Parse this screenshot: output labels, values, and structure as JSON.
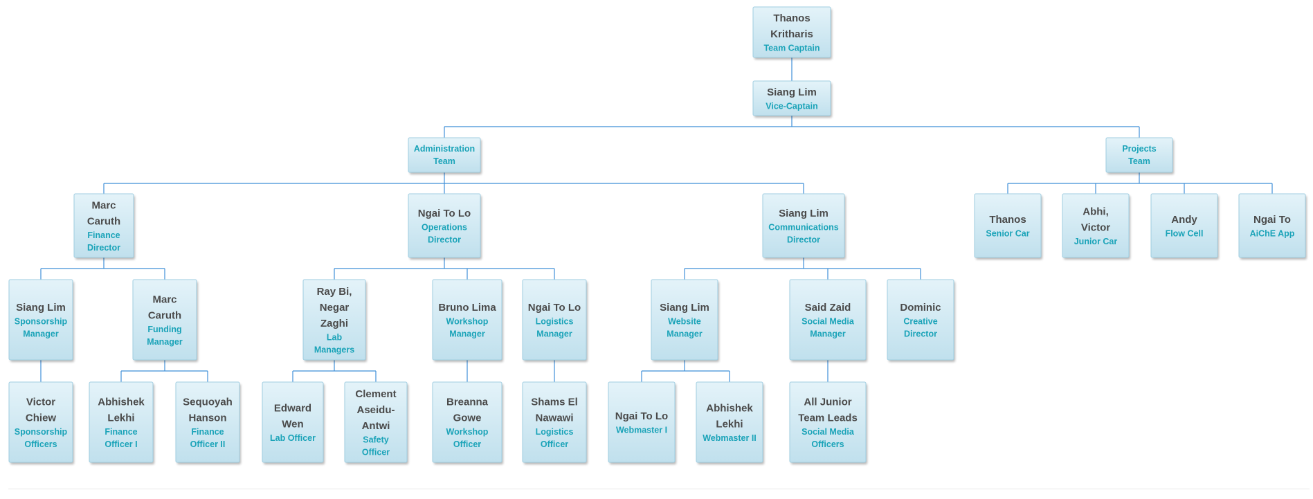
{
  "org_chart": {
    "nodes": [
      {
        "id": "captain",
        "parent": null,
        "name": [
          "Thanos",
          "Kritharis"
        ],
        "role": [
          "Team Captain"
        ]
      },
      {
        "id": "vice",
        "parent": "captain",
        "name": [
          "Siang Lim"
        ],
        "role": [
          "Vice-Captain"
        ]
      },
      {
        "id": "admin",
        "parent": "vice",
        "name": [],
        "role": [
          "Administration",
          "Team"
        ]
      },
      {
        "id": "projects",
        "parent": "vice",
        "name": [],
        "role": [
          "Projects",
          "Team"
        ]
      },
      {
        "id": "finance_dir",
        "parent": "admin",
        "name": [
          "Marc",
          "Caruth"
        ],
        "role": [
          "Finance",
          "Director"
        ]
      },
      {
        "id": "ops_dir",
        "parent": "admin",
        "name": [
          "Ngai To Lo"
        ],
        "role": [
          "Operations",
          "Director"
        ]
      },
      {
        "id": "comms_dir",
        "parent": "admin",
        "name": [
          "Siang Lim"
        ],
        "role": [
          "Communications",
          "Director"
        ]
      },
      {
        "id": "senior_car",
        "parent": "projects",
        "name": [
          "Thanos"
        ],
        "role": [
          "Senior Car"
        ]
      },
      {
        "id": "junior_car",
        "parent": "projects",
        "name": [
          "Abhi,",
          "Victor"
        ],
        "role": [
          "Junior Car"
        ]
      },
      {
        "id": "flow_cell",
        "parent": "projects",
        "name": [
          "Andy"
        ],
        "role": [
          "Flow Cell"
        ]
      },
      {
        "id": "aiche_app",
        "parent": "projects",
        "name": [
          "Ngai To"
        ],
        "role": [
          "AiChE App"
        ]
      },
      {
        "id": "sponsorship_mgr",
        "parent": "finance_dir",
        "name": [
          "Siang Lim"
        ],
        "role": [
          "Sponsorship",
          "Manager"
        ]
      },
      {
        "id": "funding_mgr",
        "parent": "finance_dir",
        "name": [
          "Marc",
          "Caruth"
        ],
        "role": [
          "Funding",
          "Manager"
        ]
      },
      {
        "id": "lab_mgrs",
        "parent": "ops_dir",
        "name": [
          "Ray Bi,",
          "Negar",
          "Zaghi"
        ],
        "role": [
          "Lab",
          "Managers"
        ]
      },
      {
        "id": "workshop_mgr",
        "parent": "ops_dir",
        "name": [
          "Bruno Lima"
        ],
        "role": [
          "Workshop",
          "Manager"
        ]
      },
      {
        "id": "logistics_mgr",
        "parent": "ops_dir",
        "name": [
          "Ngai To Lo"
        ],
        "role": [
          "Logistics",
          "Manager"
        ]
      },
      {
        "id": "website_mgr",
        "parent": "comms_dir",
        "name": [
          "Siang Lim"
        ],
        "role": [
          "Website",
          "Manager"
        ]
      },
      {
        "id": "social_mgr",
        "parent": "comms_dir",
        "name": [
          "Said Zaid"
        ],
        "role": [
          "Social Media",
          "Manager"
        ]
      },
      {
        "id": "creative_dir",
        "parent": "comms_dir",
        "name": [
          "Dominic"
        ],
        "role": [
          "Creative",
          "Director"
        ]
      },
      {
        "id": "sponsorship_off",
        "parent": "sponsorship_mgr",
        "name": [
          "Victor",
          "Chiew"
        ],
        "role": [
          "Sponsorship",
          "Officers"
        ]
      },
      {
        "id": "finance_off_1",
        "parent": "funding_mgr",
        "name": [
          "Abhishek",
          "Lekhi"
        ],
        "role": [
          "Finance",
          "Officer I"
        ]
      },
      {
        "id": "finance_off_2",
        "parent": "funding_mgr",
        "name": [
          "Sequoyah",
          "Hanson"
        ],
        "role": [
          "Finance",
          "Officer II"
        ]
      },
      {
        "id": "lab_off",
        "parent": "lab_mgrs",
        "name": [
          "Edward",
          "Wen"
        ],
        "role": [
          "Lab Officer"
        ]
      },
      {
        "id": "safety_off",
        "parent": "lab_mgrs",
        "name": [
          "Clement",
          "Aseidu-",
          "Antwi"
        ],
        "role": [
          "Safety",
          "Officer"
        ]
      },
      {
        "id": "workshop_off",
        "parent": "workshop_mgr",
        "name": [
          "Breanna",
          "Gowe"
        ],
        "role": [
          "Workshop",
          "Officer"
        ]
      },
      {
        "id": "logistics_off",
        "parent": "logistics_mgr",
        "name": [
          "Shams El",
          "Nawawi"
        ],
        "role": [
          "Logistics",
          "Officer"
        ]
      },
      {
        "id": "webmaster_1",
        "parent": "website_mgr",
        "name": [
          "Ngai To Lo"
        ],
        "role": [
          "Webmaster I"
        ]
      },
      {
        "id": "webmaster_2",
        "parent": "website_mgr",
        "name": [
          "Abhishek",
          "Lekhi"
        ],
        "role": [
          "Webmaster II"
        ]
      },
      {
        "id": "social_off",
        "parent": "social_mgr",
        "name": [
          "All Junior",
          "Team Leads"
        ],
        "role": [
          "Social Media",
          "Officers"
        ]
      }
    ]
  },
  "colors": {
    "link": "#3f8fd8",
    "box_top": "#e4f3f9",
    "box_bottom": "#c0e0ed",
    "box_border": "#9fcde0",
    "name_text": "#4a4a4a",
    "role_text": "#1aa3b8"
  }
}
